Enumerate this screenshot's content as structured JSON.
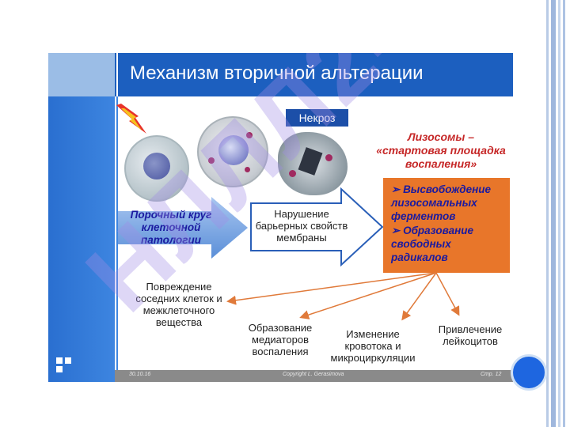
{
  "slide": {
    "title": "Механизм вторичной альтерации",
    "necrosis_label": "Некроз",
    "lysosomes_title": "Лизосомы – «стартовая площадка воспаления»",
    "vicious_circle": "Порочный круг клеточной патологии",
    "membrane_damage": "Нарушение барьерных свойств мембраны",
    "orange_box": {
      "item1": "Высвобождение лизосомальных ферментов",
      "item2": "Образование свободных радикалов"
    },
    "outcomes": {
      "damage": "Повреждение соседних клеток и межклеточного вещества",
      "mediators": "Образование медиаторов воспаления",
      "bloodflow": "Изменение кровотока и микроциркуляции",
      "leukocytes": "Привлечение лейкоцитов"
    },
    "footer": {
      "date": "30.10.16",
      "copyright": "Copyright L. Gerasimova",
      "page": "Стр. 12"
    },
    "watermark": "НЛЛЛ24"
  },
  "colors": {
    "header": "#1c5fbf",
    "accent_orange": "#e8762a",
    "accent_blue_text": "#1a1aa0",
    "lysosome_red": "#c62828",
    "arrow": "#e07a3a"
  }
}
